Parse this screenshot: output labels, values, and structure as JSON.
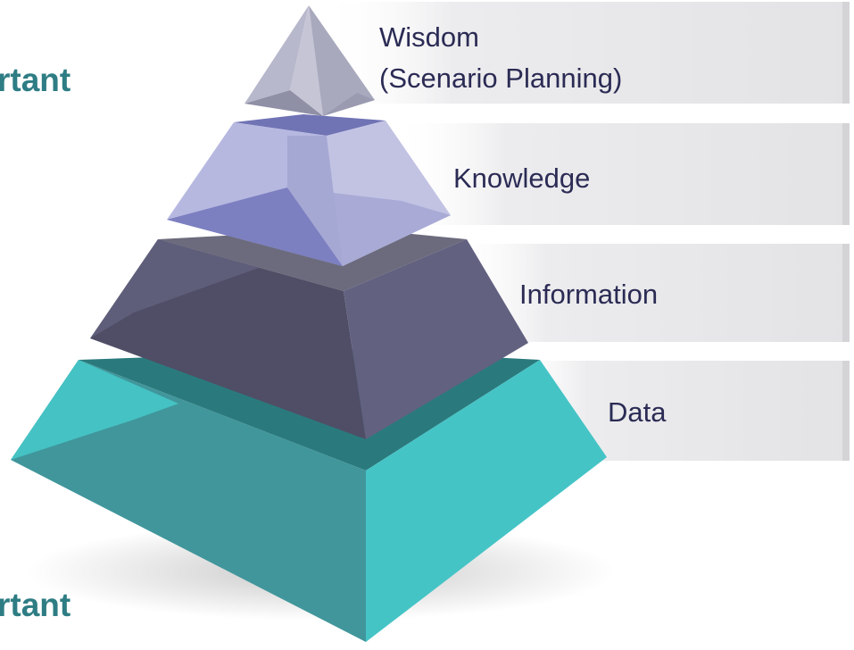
{
  "side_text": {
    "top": "rtant",
    "bottom": "rtant"
  },
  "levels": [
    {
      "id": "wisdom",
      "line1": "Wisdom",
      "line2": "(Scenario Planning)"
    },
    {
      "id": "knowledge",
      "line1": "Knowledge"
    },
    {
      "id": "information",
      "line1": "Information"
    },
    {
      "id": "data",
      "line1": "Data"
    }
  ],
  "colors": {
    "band": "#e4e4e6",
    "wisdom": "#b4b4c6",
    "knowledge": "#a7aad8",
    "information": "#5c5b78",
    "data": "#3fb9bd",
    "text": "#2b2b55",
    "side_text": "#2e7d84"
  }
}
